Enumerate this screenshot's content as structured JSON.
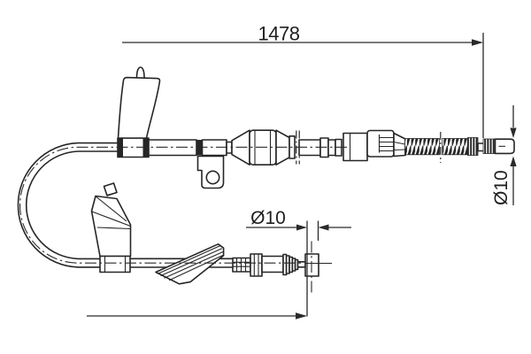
{
  "page": {
    "background_color": "#ffffff",
    "line_color": "#262626"
  },
  "drawing": {
    "kind": "technical-line-drawing",
    "subject": "parking brake cable with boots, mounting bracket, adjuster, springs and end fittings"
  },
  "dimensions": {
    "overall_length": {
      "value": "1478"
    },
    "upper_end_diameter": {
      "value": "Ø10"
    },
    "lower_end_diameter": {
      "value": "Ø10"
    }
  }
}
